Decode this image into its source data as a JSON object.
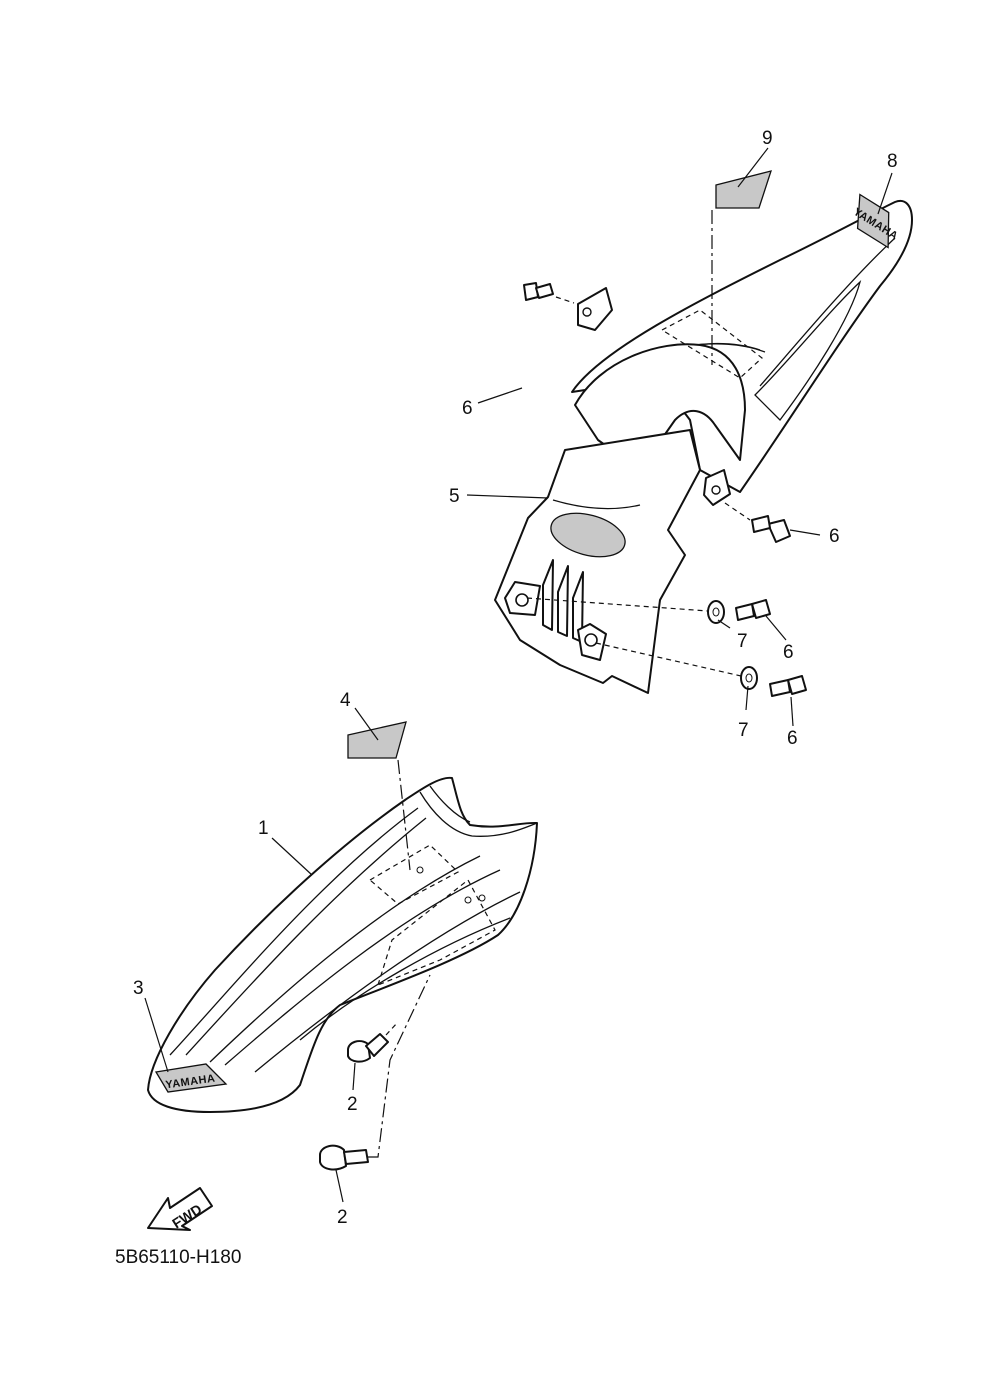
{
  "diagram": {
    "drawing_code": "5B65110-H180",
    "forward_arrow_label": "FWD",
    "brand_decal_text": "YAMAHA",
    "callouts": [
      "1",
      "2",
      "2",
      "3",
      "4",
      "5",
      "6",
      "6",
      "6",
      "6",
      "7",
      "7",
      "8",
      "9"
    ]
  }
}
